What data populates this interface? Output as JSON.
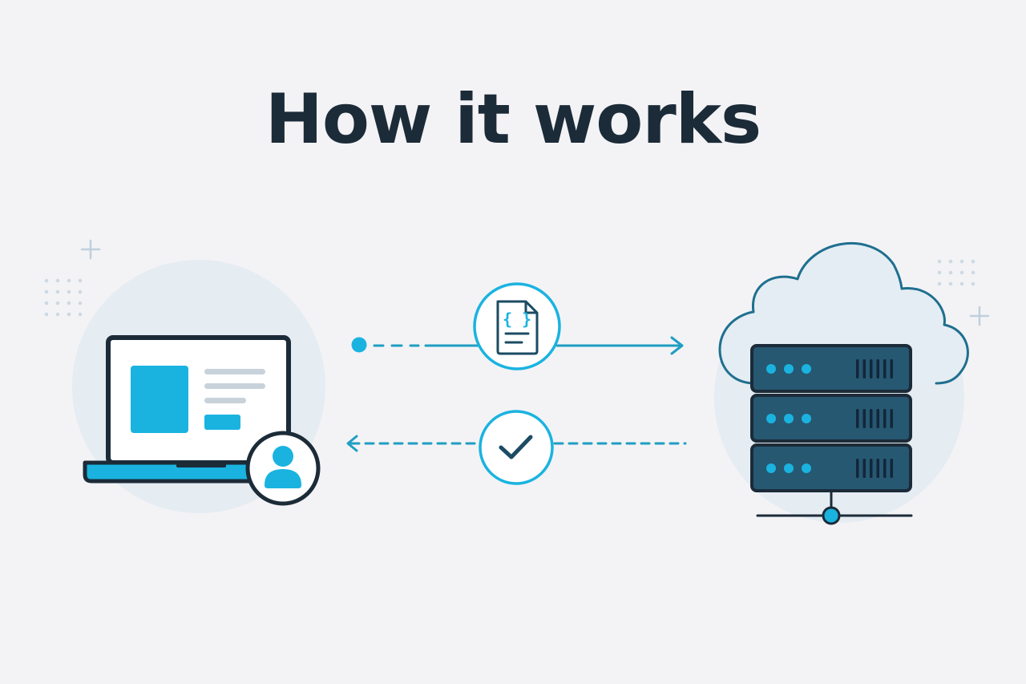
{
  "header": {
    "title": "How it works"
  },
  "client": {
    "device_icon": "laptop-icon",
    "user_icon": "user-icon"
  },
  "server": {
    "device_icon": "server-rack-icon",
    "cloud_icon": "cloud-icon"
  },
  "flows": {
    "request": {
      "direction": "client-to-server",
      "icon": "code-file-icon",
      "line_style": "dashed-then-solid"
    },
    "response": {
      "direction": "server-to-client",
      "icon": "checkmark-icon",
      "line_style": "dashed"
    }
  },
  "colors": {
    "background": "#f3f3f6",
    "title": "#1c2b38",
    "accent": "#1ab3e0",
    "flow_line": "#1f9ec2",
    "dark_outline": "#1c2b38",
    "server_body": "#265872",
    "halo": "#e3ebf2"
  }
}
